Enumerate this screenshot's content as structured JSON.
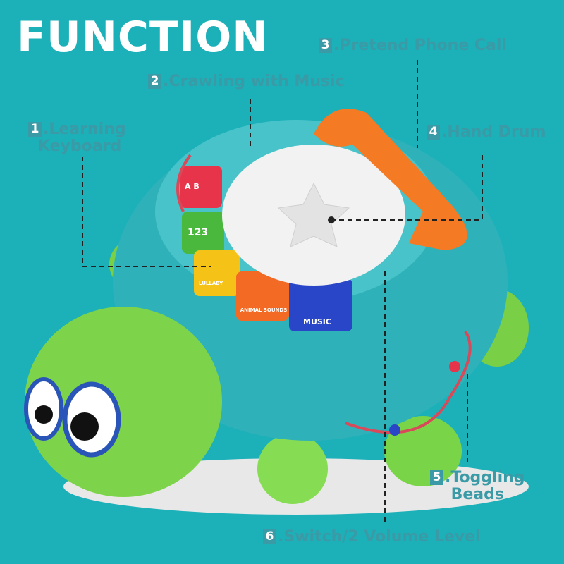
{
  "title": "FUNCTION",
  "colors": {
    "frame": "#1cb0b9",
    "label": "#3a9aa6",
    "shell": "#2fb5bd",
    "body": "#7cd64a",
    "phone": "#f47a24"
  },
  "features": [
    {
      "number": "1",
      "text": ".Learning",
      "text2": "Keyboard"
    },
    {
      "number": "2",
      "text": ".Crawling with Music"
    },
    {
      "number": "3",
      "text": ".Pretend Phone Call"
    },
    {
      "number": "4",
      "text": ".Hand Drum"
    },
    {
      "number": "5",
      "text": ".Toggling",
      "text2": "Beads"
    },
    {
      "number": "6",
      "text": ".Switch/2 Volume Level"
    }
  ],
  "keys": [
    "A B",
    "123",
    "LULLABY",
    "ANIMAL SOUNDS",
    "MUSIC"
  ]
}
